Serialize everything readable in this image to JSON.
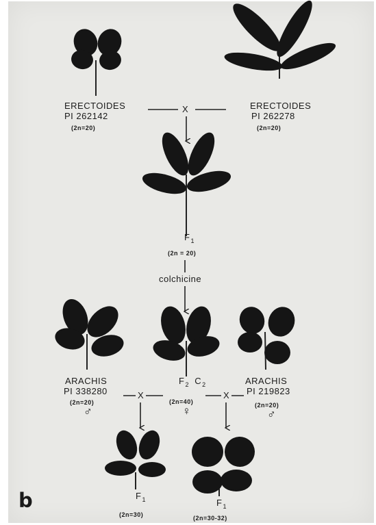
{
  "parents": {
    "p1": {
      "name": "ERECTOIDES",
      "accession": "PI 262142",
      "chromosomes": "(2n=20)"
    },
    "p2": {
      "name": "ERECTOIDES",
      "accession": "PI 262278",
      "chromosomes": "(2n=20)"
    }
  },
  "cross_symbol": "X",
  "f1": {
    "label": "F",
    "sub": "1",
    "chromosomes": "(2n = 20)"
  },
  "treatment": "colchicine",
  "f2c2": {
    "label_f": "F",
    "sub_f": "2",
    "label_c": "C",
    "sub_c": "2",
    "chromosomes": "(2n=40)",
    "sex": "♀"
  },
  "arachis_left": {
    "name": "ARACHIS",
    "accession": "PI 338280",
    "chromosomes": "(2n=20)",
    "sex": "♂"
  },
  "arachis_right": {
    "name": "ARACHIS",
    "accession": "PI 219823",
    "chromosomes": "(2n=20)",
    "sex": "♂"
  },
  "hybrid_left": {
    "label": "F",
    "sub": "1",
    "chromosomes": "(2n=30)"
  },
  "hybrid_right": {
    "label": "F",
    "sub": "1",
    "chromosomes": "(2n=30-32)"
  },
  "panel_letter": "b"
}
